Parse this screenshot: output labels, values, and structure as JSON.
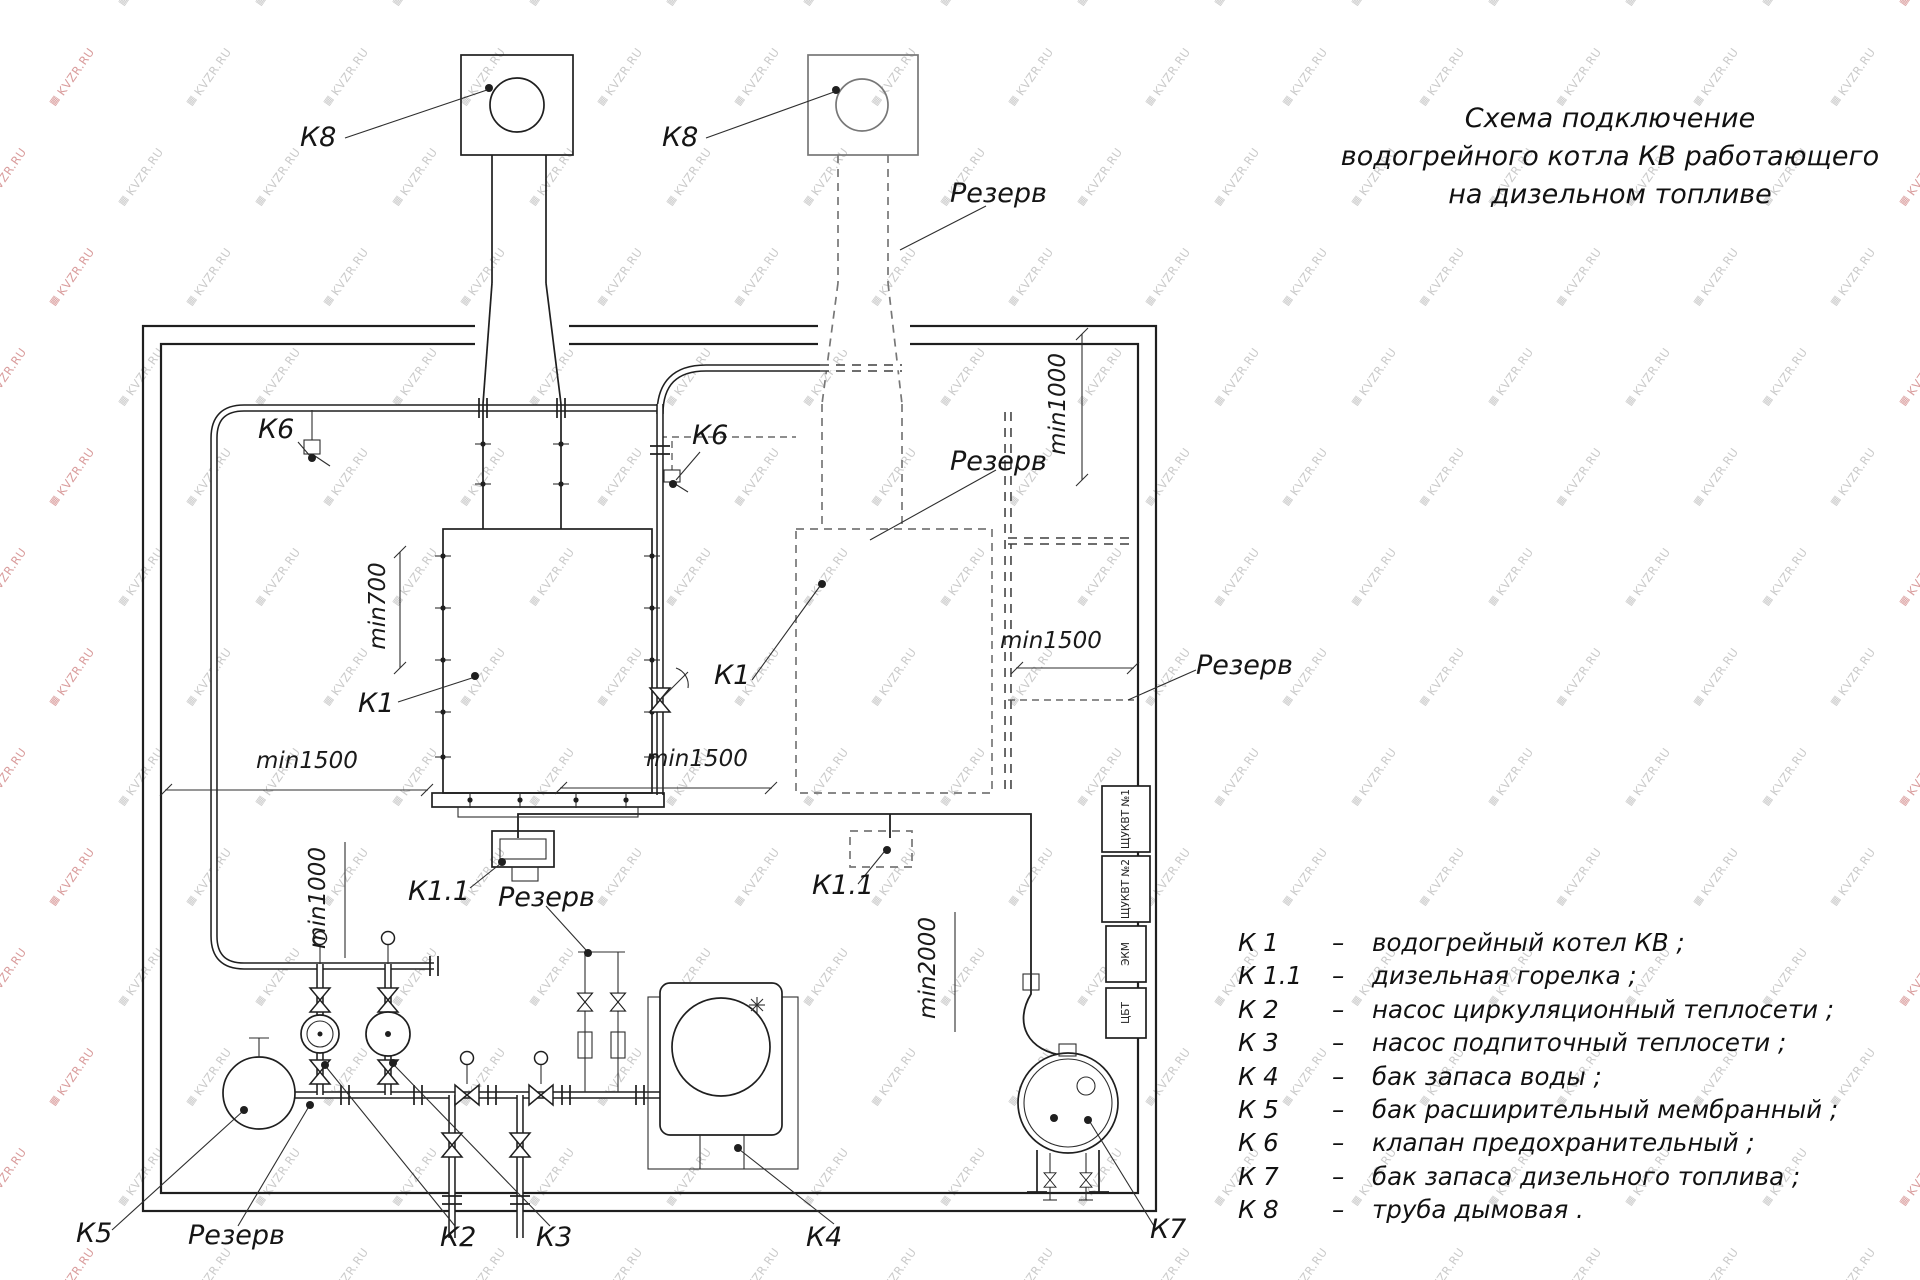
{
  "watermark": {
    "text": "KVZR.RU",
    "icon_glyph": "▦",
    "color_gray": "#bdbdbd",
    "color_red": "#d08484"
  },
  "title": {
    "line1": "Схема подключение",
    "line2": "водогрейного котла КВ работающего",
    "line3": "на дизельном топливе"
  },
  "legend": {
    "separator": "–",
    "items": [
      {
        "key": "К 1",
        "desc": "водогрейный котел КВ ;"
      },
      {
        "key": "К 1.1",
        "desc": "дизельная горелка ;"
      },
      {
        "key": "К 2",
        "desc": "насос циркуляционный теплосети ;"
      },
      {
        "key": "К 3",
        "desc": "насос подпиточный теплосети ;"
      },
      {
        "key": "К 4",
        "desc": "бак запаса воды ;"
      },
      {
        "key": "К 5",
        "desc": "бак расширительный мембранный ;"
      },
      {
        "key": "К 6",
        "desc": "клапан предохранительный ;"
      },
      {
        "key": "К 7",
        "desc": "бак запаса дизельного топлива ;"
      },
      {
        "key": "К 8",
        "desc": "труба дымовая ."
      }
    ]
  },
  "labels": {
    "k1": "К1",
    "k11": "К1.1",
    "k2": "К2",
    "k3": "К3",
    "k4": "К4",
    "k5": "К5",
    "k6": "К6",
    "k7": "К7",
    "k8": "К8",
    "rezerv": "Резерв",
    "min700": "min700",
    "min1000": "min1000",
    "min1500": "min1500",
    "min2000": "min2000"
  },
  "panels": {
    "p1": "ЩУКВТ №1",
    "p2": "ЩУКВТ №2",
    "p3": "ЭКМ",
    "p4": "ЦБТ"
  }
}
